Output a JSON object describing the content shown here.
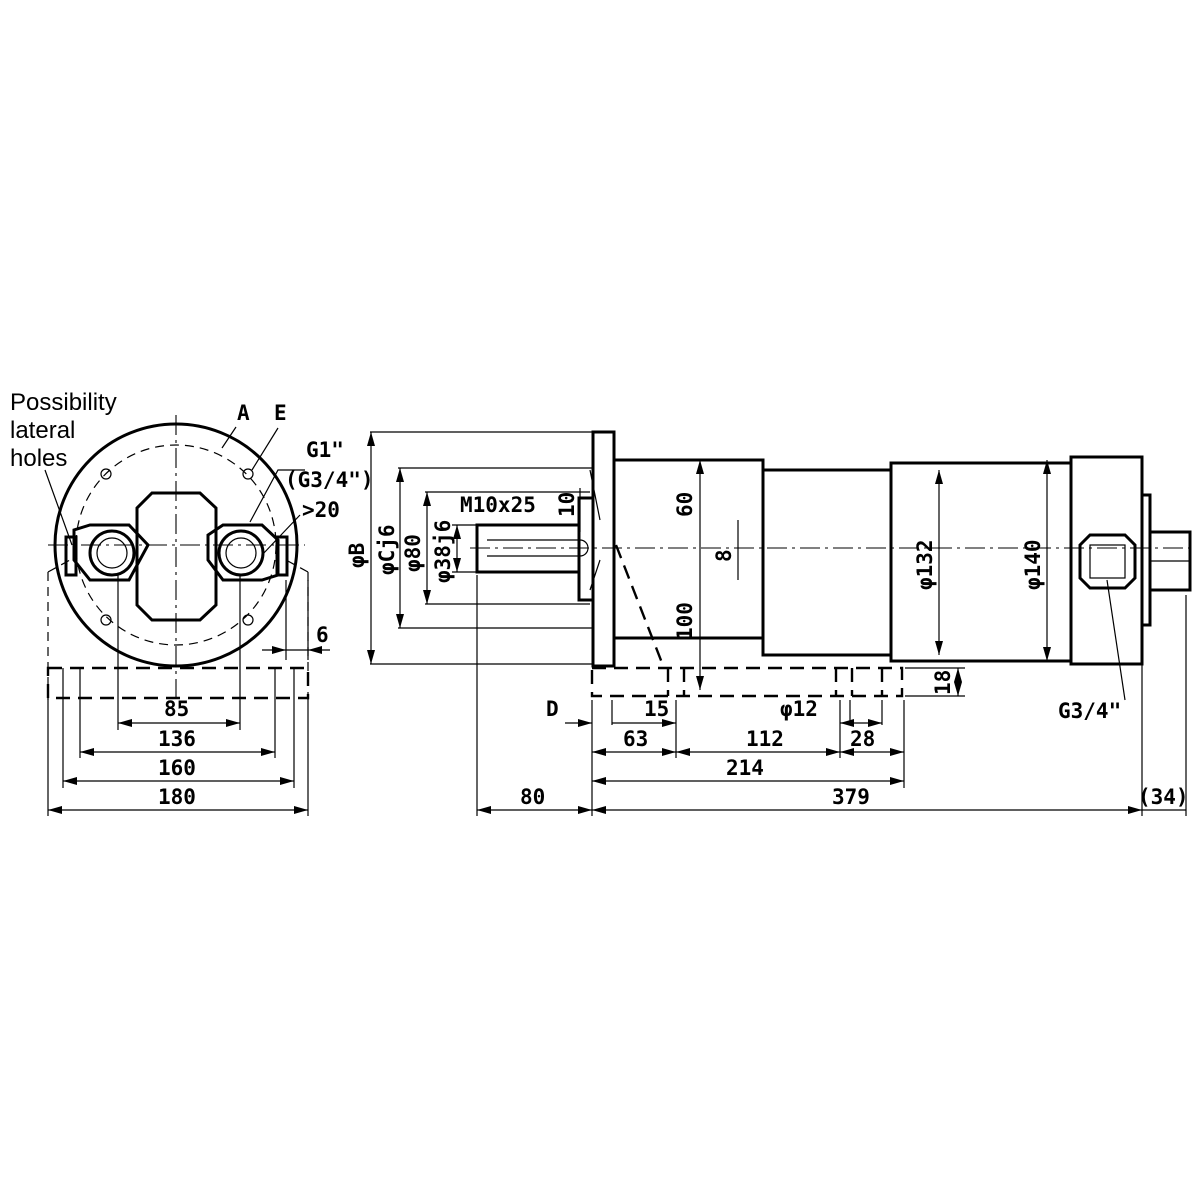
{
  "front_view": {
    "note_line1": "Possibility",
    "note_line2": "lateral",
    "note_line3": "holes",
    "label_a": "A",
    "label_e": "E",
    "thread_main": "G1\"",
    "thread_alt": "(G3/4\")",
    "depth": ">20",
    "dim_6": "6",
    "dim_85": "85",
    "dim_136": "136",
    "dim_160": "160",
    "dim_180": "180"
  },
  "side_view": {
    "dia_b": "φB",
    "dia_c": "φCj6",
    "dia_80": "φ80",
    "dia_38": "φ38j6",
    "thread_shaft": "M10x25",
    "dim_10": "10",
    "dim_60": "60",
    "dim_8": "8",
    "dim_100": "100",
    "dia_132": "φ132",
    "dia_140": "φ140",
    "dim_18": "18",
    "label_d": "D",
    "dim_15": "15",
    "dia_12": "φ12",
    "dim_63": "63",
    "dim_112": "112",
    "dim_28": "28",
    "dim_214": "214",
    "dim_80": "80",
    "dim_379": "379",
    "dim_34": "(34)",
    "port_thread": "G3/4\""
  }
}
